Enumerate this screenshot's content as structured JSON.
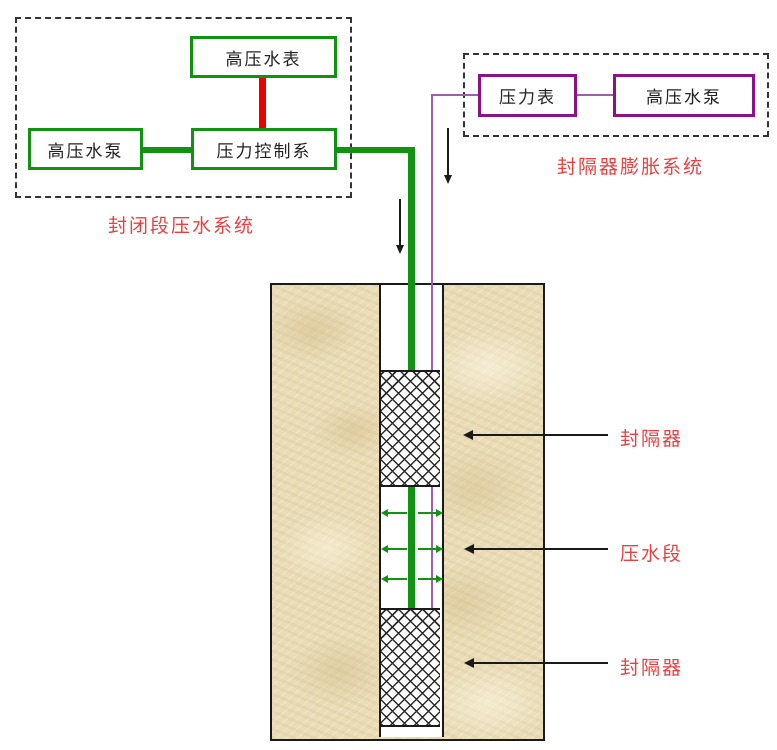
{
  "colors": {
    "green": "#119211",
    "red_line": "#ee0000",
    "purple_box": "#8a1389",
    "purple_line": "#a05fae",
    "label_red": "#e84040",
    "line_black": "#1a1a1a",
    "rock_base": "#e9dcb6"
  },
  "sealed_section_system": {
    "label": "封闭段压水系统",
    "water_meter": "高压水表",
    "water_pump": "高压水泵",
    "pressure_controller": "压力控制系"
  },
  "packer_expansion_system": {
    "label": "封隔器膨胀系统",
    "pressure_gauge": "压力表",
    "water_pump": "高压水泵"
  },
  "borehole": {
    "upper_packer_label": "封隔器",
    "pressure_section_label": "压水段",
    "lower_packer_label": "封隔器"
  }
}
